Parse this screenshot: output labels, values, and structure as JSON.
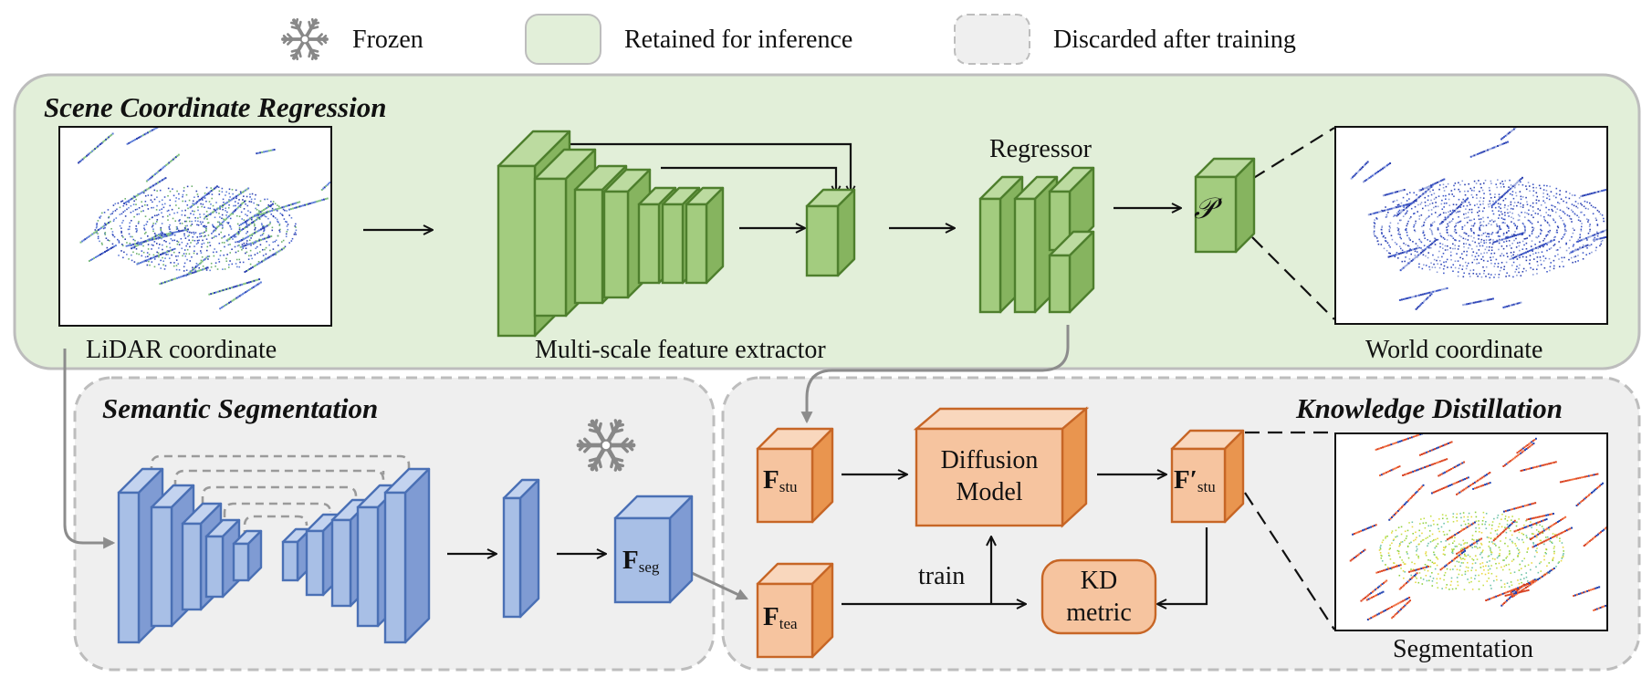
{
  "legend": {
    "frozen": "Frozen",
    "retained": "Retained for inference",
    "discarded": "Discarded after training"
  },
  "sections": {
    "scr": "Scene Coordinate Regression",
    "seg": "Semantic Segmentation",
    "kd": "Knowledge Distillation"
  },
  "labels": {
    "lidar": "LiDAR coordinate",
    "extractor": "Multi-scale feature extractor",
    "regressor": "Regressor",
    "world": "World coordinate",
    "segmentation": "Segmentation",
    "train": "train",
    "p_prime": "𝒫′"
  },
  "vars": {
    "f_stu": {
      "main": "F",
      "sub": "stu"
    },
    "f_tea": {
      "main": "F",
      "sub": "tea"
    },
    "f_seg": {
      "main": "F",
      "sub": "seg"
    },
    "f_stu_prime": {
      "main": "F′",
      "sub": "stu"
    }
  },
  "nodes": {
    "diffusion": [
      "Diffusion",
      "Model"
    ],
    "kd_metric": [
      "KD",
      "metric"
    ]
  },
  "colors": {
    "green_fill": "#a3cc7f",
    "green_top": "#bcdba0",
    "green_side": "#86b45f",
    "green_stroke": "#4e7f2d",
    "blue_fill": "#a8bfe6",
    "blue_top": "#c3d3ef",
    "blue_side": "#7f9bd3",
    "blue_stroke": "#4a70b5",
    "orange_fill": "#f6c49f",
    "orange_top": "#f9d7bd",
    "orange_side": "#e9954f",
    "orange_stroke": "#c76626",
    "retained_bg": "#e2efd9",
    "discarded_bg": "#efefef",
    "snowflake": "#888888"
  },
  "icons": [
    "snowflake-icon"
  ]
}
